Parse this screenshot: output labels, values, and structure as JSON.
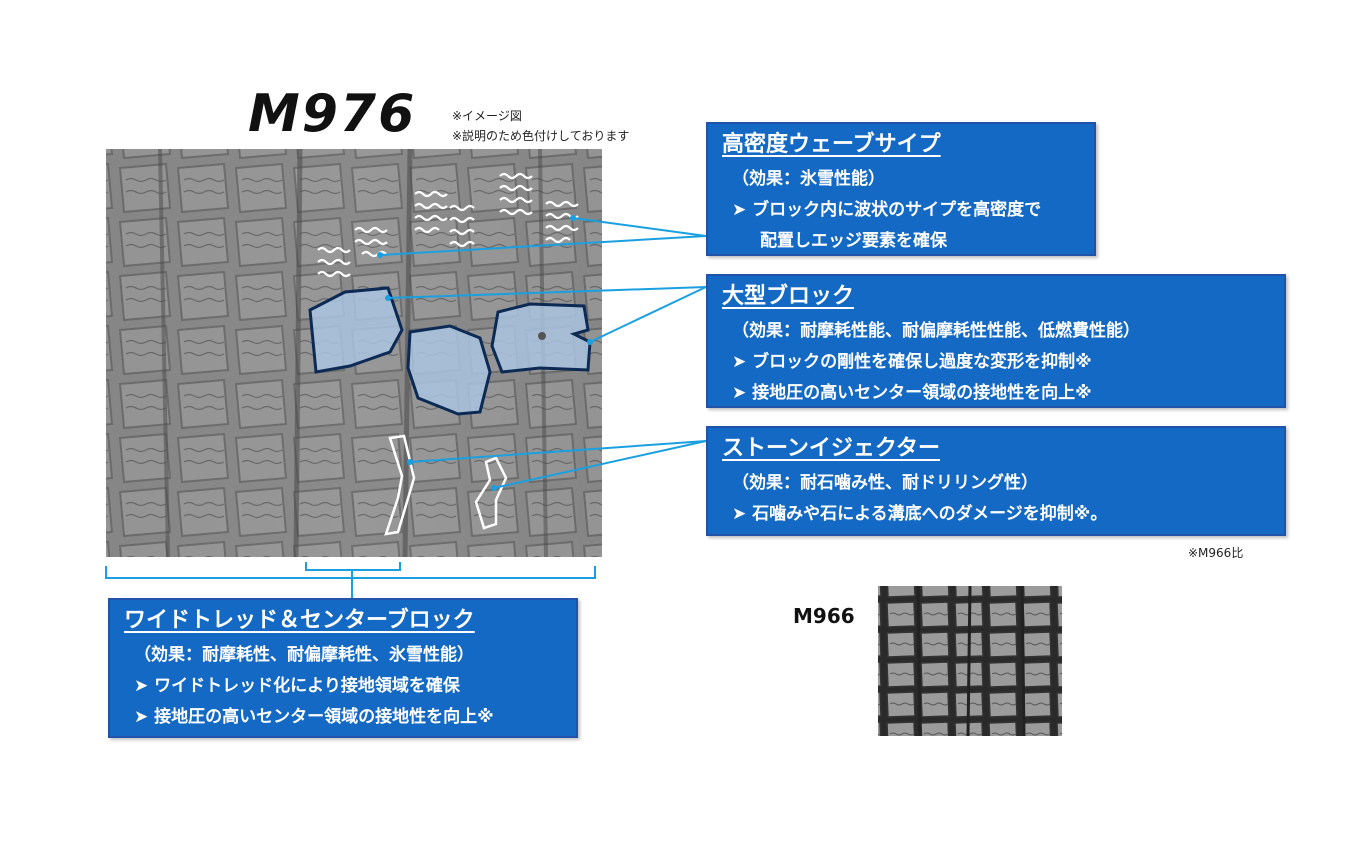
{
  "product": {
    "name": "M976"
  },
  "notes": [
    "※イメージ図",
    "※説明のため色付けしております"
  ],
  "features": [
    {
      "title": "高密度ウェーブサイプ",
      "effect": "（効果：氷雪性能）",
      "bullets": [
        "ブロック内に波状のサイプを高密度で"
      ],
      "continuation": "配置しエッジ要素を確保"
    },
    {
      "title": "大型ブロック",
      "effect": "（効果：耐摩耗性能、耐偏摩耗性性能、低燃費性能）",
      "bullets": [
        "ブロックの剛性を確保し過度な変形を抑制※",
        "接地圧の高いセンター領域の接地性を向上※"
      ]
    },
    {
      "title": "ストーンイジェクター",
      "effect": "（効果：耐石噛み性、耐ドリリング性）",
      "bullets": [
        "石噛みや石による溝底へのダメージを抑制※。"
      ]
    },
    {
      "title": "ワイドトレッド＆センターブロック",
      "effect": "（効果：耐摩耗性、耐偏摩耗性、氷雪性能）",
      "bullets": [
        "ワイドトレッド化により接地領域を確保",
        "接地圧の高いセンター領域の接地性を向上※"
      ]
    }
  ],
  "comparison_note": "※M966比",
  "comparison_product": {
    "name": "M966"
  },
  "colors": {
    "box_fill": "#1369c4",
    "box_border": "#2154a8",
    "leader_line": "#1aa0e0",
    "block_highlight": "#aac4e0"
  }
}
